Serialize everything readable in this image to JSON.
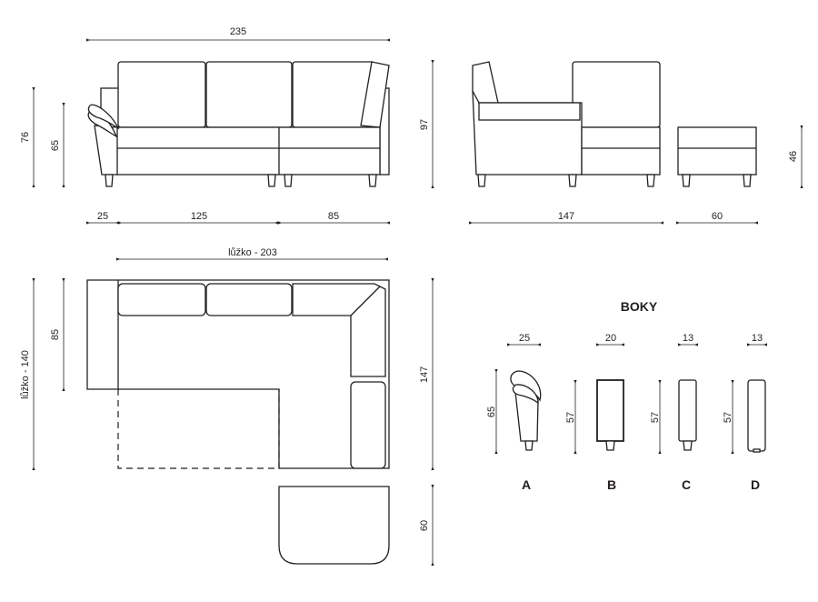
{
  "front_view": {
    "total_width": "235",
    "height_total": "76",
    "height_arm": "65",
    "arm_width": "25",
    "section_left": "125",
    "section_right": "85"
  },
  "side_view": {
    "height": "97",
    "depth": "147",
    "ottoman_width": "60",
    "ottoman_height": "46"
  },
  "top_view": {
    "bed_length": "lůžko - 203",
    "bed_width": "lůžko - 140",
    "seat_depth": "85",
    "depth": "147",
    "ottoman_depth": "60"
  },
  "sides": {
    "title": "BOKY",
    "items": [
      {
        "label": "A",
        "width": "25",
        "height": "65"
      },
      {
        "label": "B",
        "width": "20",
        "height": "57"
      },
      {
        "label": "C",
        "width": "13",
        "height": "57"
      },
      {
        "label": "D",
        "width": "13",
        "height": "57"
      }
    ]
  },
  "colors": {
    "line": "#231f20",
    "background": "#ffffff"
  }
}
